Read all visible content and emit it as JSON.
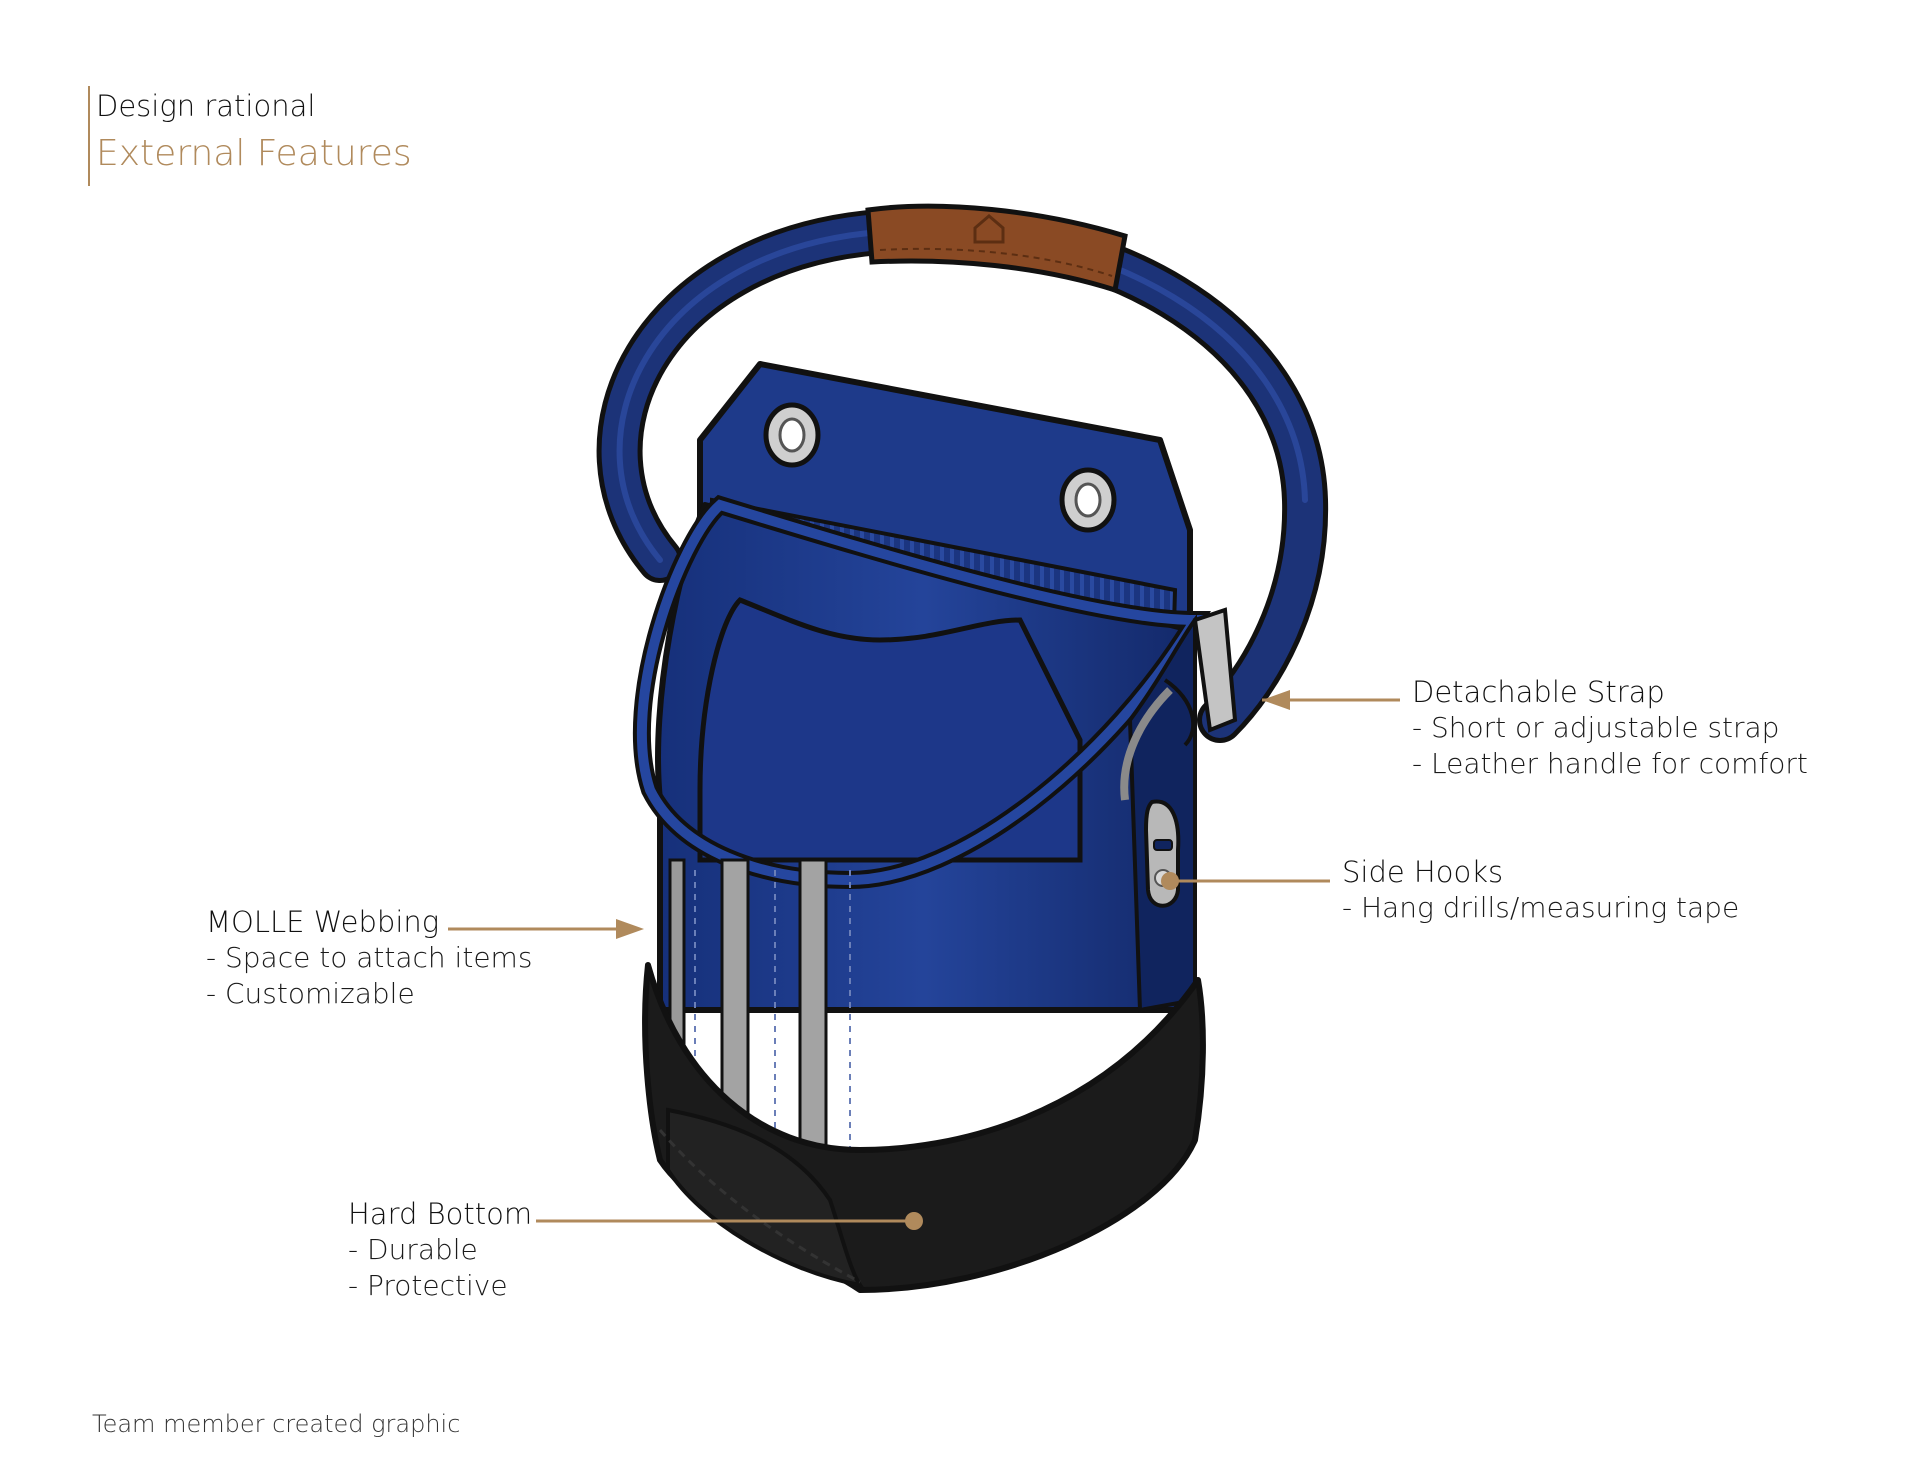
{
  "header": {
    "subtitle": "Design rational",
    "title": "External Features"
  },
  "callouts": {
    "strap": {
      "title": "Detachable Strap",
      "lines": [
        "- Short or adjustable strap",
        "- Leather handle for comfort"
      ]
    },
    "hooks": {
      "title": "Side Hooks",
      "lines": [
        "- Hang drills/measuring tape"
      ]
    },
    "molle": {
      "title": "MOLLE Webbing",
      "lines": [
        "- Space to attach items",
        "- Customizable"
      ]
    },
    "bottom": {
      "title": "Hard Bottom",
      "lines": [
        "- Durable",
        "- Protective"
      ]
    }
  },
  "credit": "Team member created graphic",
  "colors": {
    "accent": "#b08a5c",
    "bag_blue": "#1e3a8a",
    "bag_blue_dark": "#10245e",
    "bottom_black": "#1b1b1b",
    "leather": "#8a4a24"
  },
  "icons": {
    "logo": "brand-logo-icon",
    "grommet": "grommet-icon",
    "hook": "side-hook-icon"
  }
}
